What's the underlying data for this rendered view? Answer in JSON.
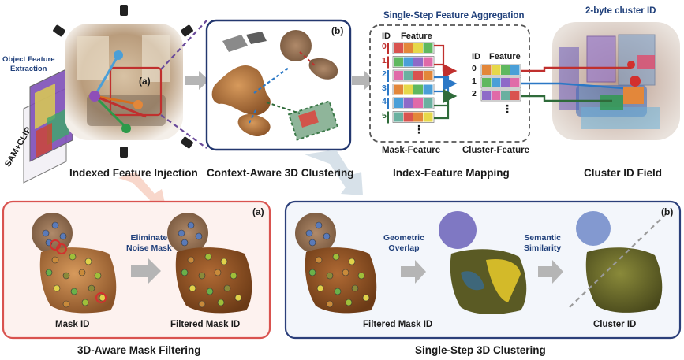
{
  "top": {
    "object_feature_extraction": "Object Feature\nExtraction",
    "sam_clip": "SAM+CLIP",
    "tag_a": "(a)",
    "tag_b": "(b)",
    "indexed_feature_injection": "Indexed Feature Injection",
    "context_aware_clustering": "Context-Aware 3D Clustering",
    "single_step_aggregation": "Single-Step Feature Aggregation",
    "index_feature_mapping": "Index-Feature Mapping",
    "mask_feature": "Mask-Feature",
    "cluster_feature": "Cluster-Feature",
    "id_header": "ID",
    "feature_header": "Feature",
    "mask_ids": [
      "0",
      "1",
      "2",
      "3",
      "4",
      "5"
    ],
    "cluster_ids": [
      "0",
      "1",
      "2"
    ],
    "ellipsis": "⋮",
    "two_byte_cluster_id": "2-byte cluster ID",
    "cluster_id_field": "Cluster ID Field"
  },
  "bottom_left": {
    "tag": "(a)",
    "eliminate_noise_mask": "Eliminate\nNoise Mask",
    "mask_id": "Mask ID",
    "filtered_mask_id": "Filtered Mask ID",
    "title": "3D-Aware Mask Filtering"
  },
  "bottom_right": {
    "tag": "(b)",
    "geometric_overlap": "Geometric\nOverlap",
    "semantic_similarity": "Semantic\nSimilarity",
    "filtered_mask_id": "Filtered Mask ID",
    "cluster_id": "Cluster ID",
    "title": "Single-Step 3D Clustering"
  },
  "colors": {
    "red_frame": "#d9534f",
    "navy_frame": "#2b3f7a",
    "dashed_gray": "#555555",
    "pillow_brown": "#b8763f",
    "cluster_green": "#6b6a2a"
  }
}
